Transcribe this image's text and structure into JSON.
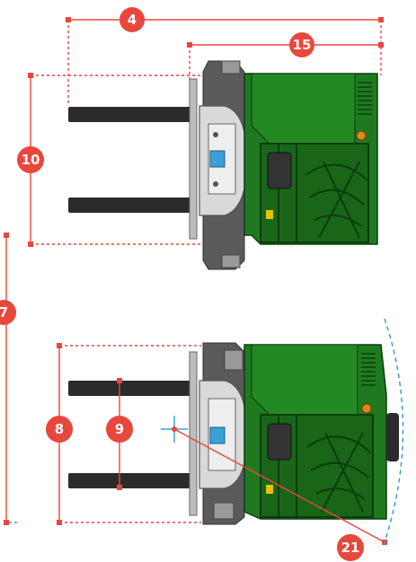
{
  "colors": {
    "dimension_red": "#e8473c",
    "badge_red": "#e8473c",
    "body_green": "#1f7a1f",
    "body_green_dark": "#135313",
    "fork_black": "#2b2b2b",
    "frame_gray": "#6d6d6d",
    "plate_gray": "#c9c9c9",
    "carriage_light": "#e4e4e4",
    "accent_blue": "#3aa0d8",
    "dashed_blue": "#3399cc",
    "light_orange": "#e2871c"
  },
  "callouts": {
    "c4": "4",
    "c15": "15",
    "c10": "10",
    "c7": "7",
    "c8": "8",
    "c9": "9",
    "c21": "21"
  }
}
